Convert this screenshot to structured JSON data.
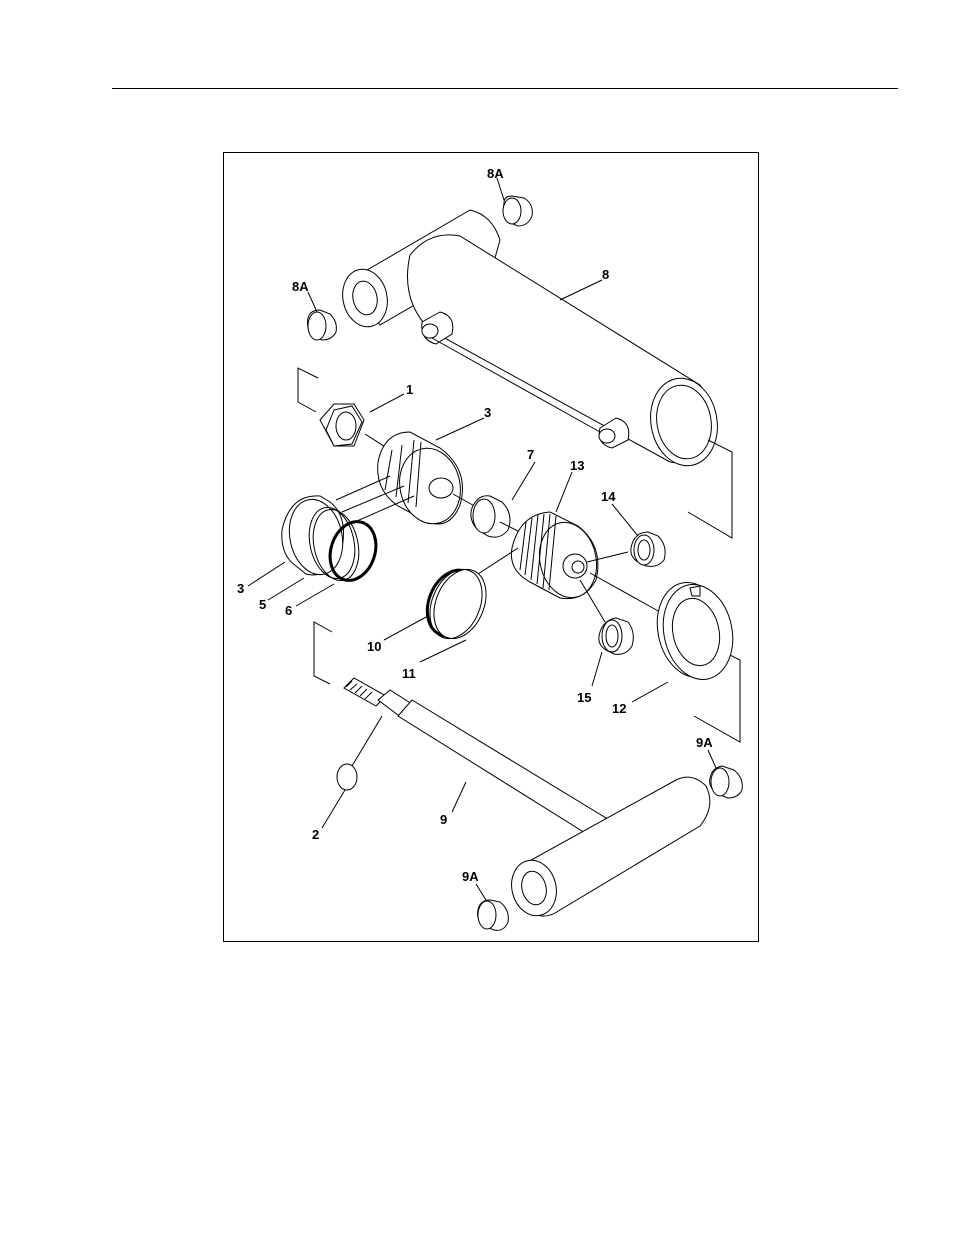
{
  "figure": {
    "callouts": [
      {
        "key": "8A-top",
        "text": "8A"
      },
      {
        "key": "8A-left",
        "text": "8A"
      },
      {
        "key": "8",
        "text": "8"
      },
      {
        "key": "1",
        "text": "1"
      },
      {
        "key": "3-top",
        "text": "3"
      },
      {
        "key": "7",
        "text": "7"
      },
      {
        "key": "13",
        "text": "13"
      },
      {
        "key": "14",
        "text": "14"
      },
      {
        "key": "3-left",
        "text": "3"
      },
      {
        "key": "5",
        "text": "5"
      },
      {
        "key": "6",
        "text": "6"
      },
      {
        "key": "10",
        "text": "10"
      },
      {
        "key": "11",
        "text": "11"
      },
      {
        "key": "15",
        "text": "15"
      },
      {
        "key": "12",
        "text": "12"
      },
      {
        "key": "9A-right",
        "text": "9A"
      },
      {
        "key": "2",
        "text": "2"
      },
      {
        "key": "9",
        "text": "9"
      },
      {
        "key": "9A-bottom",
        "text": "9A"
      }
    ]
  }
}
